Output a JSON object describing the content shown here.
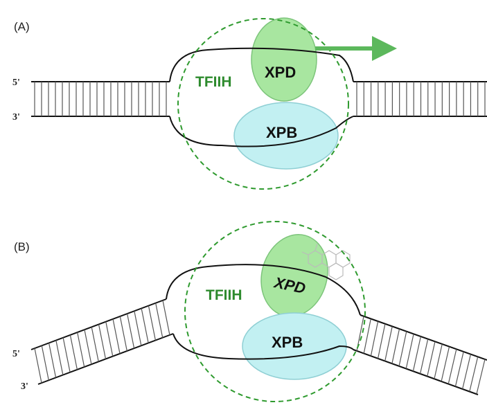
{
  "panels": [
    {
      "id": "A",
      "label": "(A)",
      "five_prime": "5'",
      "three_prime": "3'",
      "complex": "TFIIH",
      "protein_top": "XPD",
      "protein_bottom": "XPB",
      "arrow": true
    },
    {
      "id": "B",
      "label": "(B)",
      "five_prime": "5'",
      "three_prime": "3'",
      "complex": "TFIIH",
      "protein_top": "XPD",
      "protein_bottom": "XPB",
      "arrow": false,
      "bound_lesion": true
    }
  ],
  "colors": {
    "tfiih_ring": "#2e9a2e",
    "xpd_fill": "#a8e6a0",
    "xpd_stroke": "#7cc47a",
    "xpb_fill": "#c2f0f2",
    "xpb_stroke": "#8fcfd4",
    "arrow": "#5cb85c",
    "dna": "#111111",
    "rungs": "#555555"
  }
}
